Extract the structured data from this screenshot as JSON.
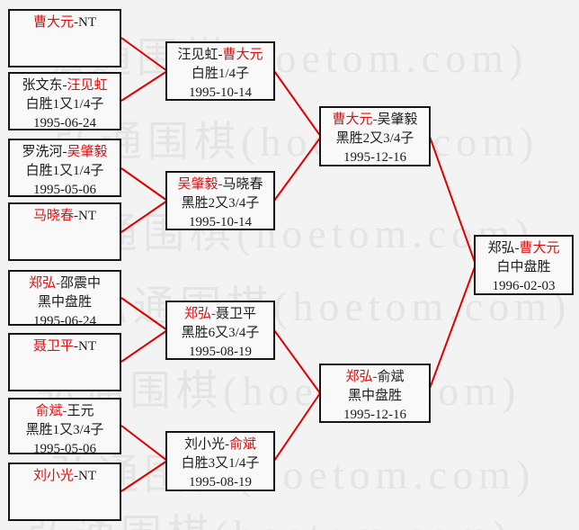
{
  "title": "1995 Chinese Go knockout bracket",
  "watermark": {
    "text": "弘通围棋(hoetom.com)"
  },
  "colors": {
    "red": "#dd0f0f",
    "line": "#e00000",
    "black": "#1c1c1c"
  },
  "bracket": {
    "rounds": [
      {
        "name": "round-1",
        "matches": [
          {
            "line1": [
              {
                "t": "曹大元",
                "red": true
              },
              {
                "t": "-NT",
                "red": false
              }
            ],
            "result": "",
            "date": ""
          },
          {
            "line1": [
              {
                "t": "张文东-",
                "red": false
              },
              {
                "t": "汪见虹",
                "red": true
              }
            ],
            "result": "白胜1又1/4子",
            "date": "1995-06-24"
          },
          {
            "line1": [
              {
                "t": "罗洗河-",
                "red": false
              },
              {
                "t": "吴肇毅",
                "red": true
              }
            ],
            "result": "白胜1又1/4子",
            "date": "1995-05-06"
          },
          {
            "line1": [
              {
                "t": "马晓春",
                "red": true
              },
              {
                "t": "-NT",
                "red": false
              }
            ],
            "result": "",
            "date": ""
          },
          {
            "line1": [
              {
                "t": "郑弘-",
                "red": true
              },
              {
                "t": "邵震中",
                "red": false
              }
            ],
            "result": "黑中盘胜",
            "date": "1995-06-24"
          },
          {
            "line1": [
              {
                "t": "聂卫平",
                "red": true
              },
              {
                "t": "-NT",
                "red": false
              }
            ],
            "result": "",
            "date": ""
          },
          {
            "line1": [
              {
                "t": "俞斌-",
                "red": true
              },
              {
                "t": "王元",
                "red": false
              }
            ],
            "result": "黑胜1又3/4子",
            "date": "1995-05-06"
          },
          {
            "line1": [
              {
                "t": "刘小光",
                "red": true
              },
              {
                "t": "-NT",
                "red": false
              }
            ],
            "result": "",
            "date": ""
          }
        ]
      },
      {
        "name": "round-2",
        "matches": [
          {
            "line1": [
              {
                "t": "汪见虹-",
                "red": false
              },
              {
                "t": "曹大元",
                "red": true
              }
            ],
            "result": "白胜1/4子",
            "date": "1995-10-14"
          },
          {
            "line1": [
              {
                "t": "吴肇毅-",
                "red": true
              },
              {
                "t": "马晓春",
                "red": false
              }
            ],
            "result": "黑胜2又3/4子",
            "date": "1995-10-14"
          },
          {
            "line1": [
              {
                "t": "郑弘-",
                "red": true
              },
              {
                "t": "聂卫平",
                "red": false
              }
            ],
            "result": "黑胜6又3/4子",
            "date": "1995-08-19"
          },
          {
            "line1": [
              {
                "t": "刘小光-",
                "red": false
              },
              {
                "t": "俞斌",
                "red": true
              }
            ],
            "result": "白胜3又1/4子",
            "date": "1995-08-19"
          }
        ]
      },
      {
        "name": "semifinal",
        "matches": [
          {
            "line1": [
              {
                "t": "曹大元-",
                "red": true
              },
              {
                "t": "吴肇毅",
                "red": false
              }
            ],
            "result": "黑胜2又3/4子",
            "date": "1995-12-16"
          },
          {
            "line1": [
              {
                "t": "郑弘-",
                "red": true
              },
              {
                "t": "俞斌",
                "red": false
              }
            ],
            "result": "黑中盘胜",
            "date": "1995-12-16"
          }
        ]
      },
      {
        "name": "final",
        "matches": [
          {
            "line1": [
              {
                "t": "郑弘-",
                "red": false
              },
              {
                "t": "曹大元",
                "red": true
              }
            ],
            "result": "白中盘胜",
            "date": "1996-02-03"
          }
        ]
      }
    ]
  }
}
